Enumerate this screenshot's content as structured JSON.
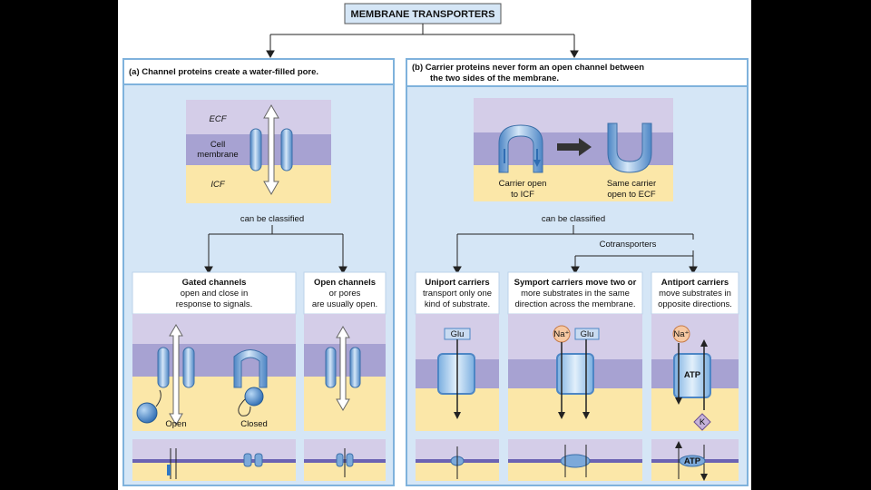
{
  "title": "MEMBRANE TRANSPORTERS",
  "channel": {
    "caption_a": "(a) Channel proteins create a water-filled pore.",
    "ecf": "ECF",
    "cell_membrane_line1": "Cell",
    "cell_membrane_line2": "membrane",
    "icf": "ICF",
    "can_be_classified": "can be classified",
    "gated": {
      "line1": "Gated channels",
      "line2": "open and close in",
      "line3": "response to signals.",
      "open": "Open",
      "closed": "Closed"
    },
    "open_channels": {
      "line1": "Open channels",
      "line2": "or pores",
      "line3": "are usually open."
    }
  },
  "carrier": {
    "caption_b_line1": "(b) Carrier proteins never form an open channel between",
    "caption_b_line2": "the two sides of the membrane.",
    "carrier_open_line1": "Carrier open",
    "carrier_open_line2": "to ICF",
    "same_carrier_line1": "Same carrier",
    "same_carrier_line2": "open to ECF",
    "can_be_classified": "can be classified",
    "cotransporters": "Cotransporters",
    "uniport": {
      "line1": "Uniport carriers",
      "line2": "transport only one",
      "line3": "kind of substrate.",
      "substrate": "Glu"
    },
    "symport": {
      "line1": "Symport carriers move two or",
      "line2": "more substrates in the same",
      "line3": "direction across the membrane.",
      "ion": "Na⁺",
      "substrate": "Glu"
    },
    "antiport": {
      "line1": "Antiport carriers",
      "line2": "move substrates in",
      "line3": "opposite directions.",
      "ion": "Na⁺",
      "atp": "ATP",
      "k": "K",
      "atp_bottom": "ATP"
    }
  },
  "colors": {
    "panel_bg": "#d5e6f6",
    "panel_border": "#7fb2dc",
    "ecf": "#d4cde8",
    "membrane": "#a7a2d2",
    "icf": "#fbe7a8",
    "protein": "#7ca9da"
  }
}
